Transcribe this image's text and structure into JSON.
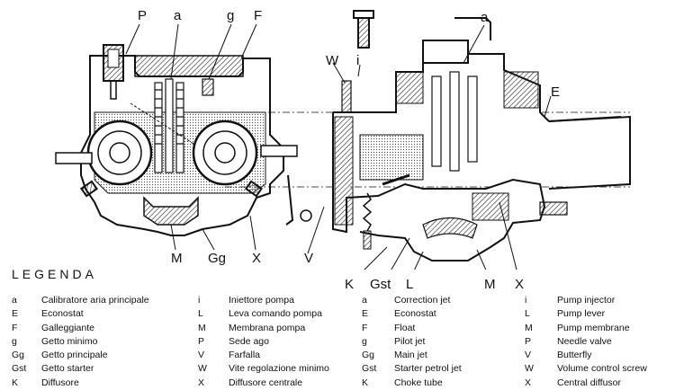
{
  "callouts": {
    "left": [
      "P",
      "a",
      "g",
      "F",
      "M",
      "Gg",
      "X",
      "V"
    ],
    "right": [
      "a",
      "W",
      "i",
      "E",
      "K",
      "Gst",
      "L",
      "M",
      "X"
    ]
  },
  "legend": {
    "title": "LEGENDA",
    "italian_col1": [
      {
        "code": "a",
        "text": "Calibratore aria principale"
      },
      {
        "code": "E",
        "text": "Econostat"
      },
      {
        "code": "F",
        "text": "Galleggiante"
      },
      {
        "code": "g",
        "text": "Getto minimo"
      },
      {
        "code": "Gg",
        "text": "Getto principale"
      },
      {
        "code": "Gst",
        "text": "Getto starter"
      },
      {
        "code": "K",
        "text": "Diffusore"
      }
    ],
    "italian_col2": [
      {
        "code": "i",
        "text": "Iniettore pompa"
      },
      {
        "code": "L",
        "text": "Leva comando pompa"
      },
      {
        "code": "M",
        "text": "Membrana pompa"
      },
      {
        "code": "P",
        "text": "Sede ago"
      },
      {
        "code": "V",
        "text": "Farfalla"
      },
      {
        "code": "W",
        "text": "Vite regolazione minimo"
      },
      {
        "code": "X",
        "text": "Diffusore centrale"
      }
    ],
    "english_col1": [
      {
        "code": "a",
        "text": "Correction jet"
      },
      {
        "code": "E",
        "text": "Econostat"
      },
      {
        "code": "F",
        "text": "Float"
      },
      {
        "code": "g",
        "text": "Pilot jet"
      },
      {
        "code": "Gg",
        "text": "Main jet"
      },
      {
        "code": "Gst",
        "text": "Starter petrol jet"
      },
      {
        "code": "K",
        "text": "Choke tube"
      }
    ],
    "english_col2": [
      {
        "code": "i",
        "text": "Pump injector"
      },
      {
        "code": "L",
        "text": "Pump lever"
      },
      {
        "code": "M",
        "text": "Pump membrane"
      },
      {
        "code": "P",
        "text": "Needle valve"
      },
      {
        "code": "V",
        "text": "Butterfly"
      },
      {
        "code": "W",
        "text": "Volume control screw"
      },
      {
        "code": "X",
        "text": "Central diffusor"
      }
    ]
  }
}
